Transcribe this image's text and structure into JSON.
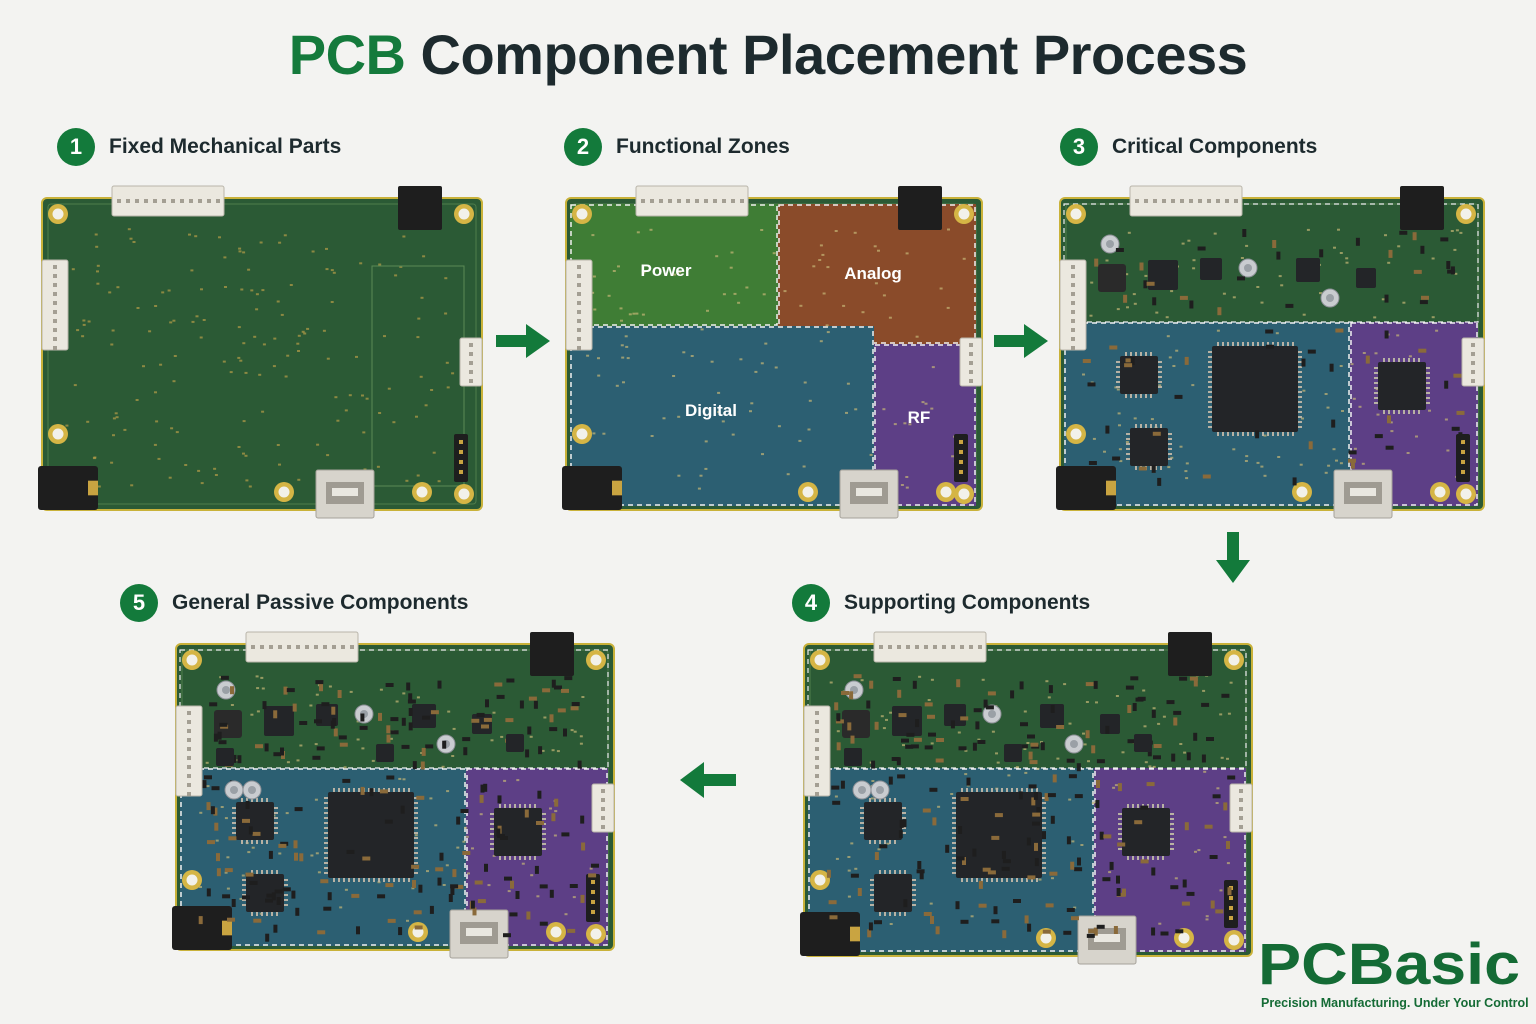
{
  "title": {
    "accent": "PCB",
    "rest": " Component Placement Process"
  },
  "steps": [
    {
      "number": "1",
      "label": "Fixed Mechanical Parts"
    },
    {
      "number": "2",
      "label": "Functional Zones"
    },
    {
      "number": "3",
      "label": "Critical Components"
    },
    {
      "number": "4",
      "label": "Supporting Components"
    },
    {
      "number": "5",
      "label": "General Passive Components"
    }
  ],
  "zones": {
    "power": "Power",
    "analog": "Analog",
    "digital": "Digital",
    "rf": "RF"
  },
  "brand": {
    "logo": "PCBasic",
    "tagline": "Precision Manufacturing. Under Your Control"
  },
  "colors": {
    "brand_green": "#137a3b",
    "board_green": "#2b5a35",
    "zone_power": "#3f7d35",
    "zone_analog": "#8a4b2a",
    "zone_digital": "#2c5f72",
    "zone_rf": "#5d3f86"
  },
  "icons": [
    "arrow-right-icon",
    "arrow-down-icon",
    "arrow-left-icon"
  ]
}
